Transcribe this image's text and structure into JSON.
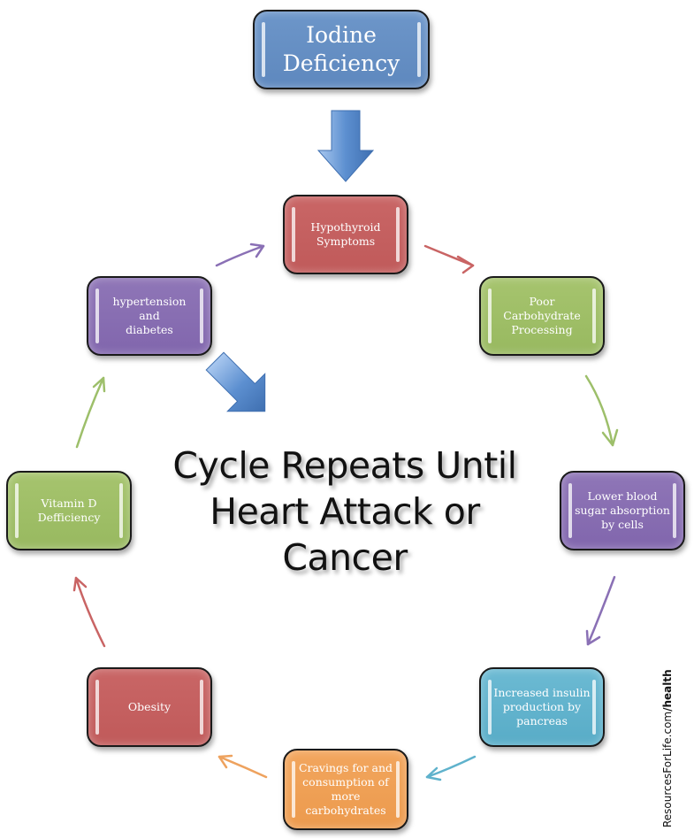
{
  "title_box": {
    "label_line1": "Iodine",
    "label_line2": "Deficiency",
    "color": "#6a93c6"
  },
  "cycle": [
    {
      "id": "hypothyroid",
      "lines": [
        "Hypothyroid",
        "Symptoms"
      ],
      "color": "#c45f5f"
    },
    {
      "id": "poor-carb",
      "lines": [
        "Poor",
        "Carbohydrate",
        "Processing"
      ],
      "color": "#a0bf66"
    },
    {
      "id": "lower-blood-sugar",
      "lines": [
        "Lower blood",
        "sugar absorption",
        "by cells"
      ],
      "color": "#886db1"
    },
    {
      "id": "increased-insulin",
      "lines": [
        "Increased insulin",
        "production by",
        "pancreas"
      ],
      "color": "#62b3cd"
    },
    {
      "id": "cravings",
      "lines": [
        "Cravings for and",
        "consumption of",
        "more",
        "carbohydrates"
      ],
      "color": "#efa055"
    },
    {
      "id": "obesity",
      "lines": [
        "Obesity"
      ],
      "color": "#c45f5f"
    },
    {
      "id": "vitamin-d",
      "lines": [
        "Vitamin D",
        "Defficiency"
      ],
      "color": "#a0bf66"
    },
    {
      "id": "hypertension",
      "lines": [
        "hypertension and",
        "diabetes"
      ],
      "color": "#886db1"
    }
  ],
  "center": {
    "line1": "Cycle Repeats Until",
    "line2": "Heart Attack or",
    "line3": "Cancer"
  },
  "credit": {
    "domain": "ResourcesForLife.com",
    "path": "/health"
  },
  "arrow_colors": {
    "to_poor_carb": "#c96464",
    "to_lower_blood_sugar": "#9dbf6a",
    "to_increased_insulin": "#8a70b5",
    "to_cravings": "#5fb2cc",
    "to_obesity": "#eea25e",
    "to_vitamin_d": "#c96464",
    "to_hypertension": "#9dbf6a",
    "to_hypothyroid": "#8a70b5",
    "big_arrow": "#5c8fd0"
  }
}
